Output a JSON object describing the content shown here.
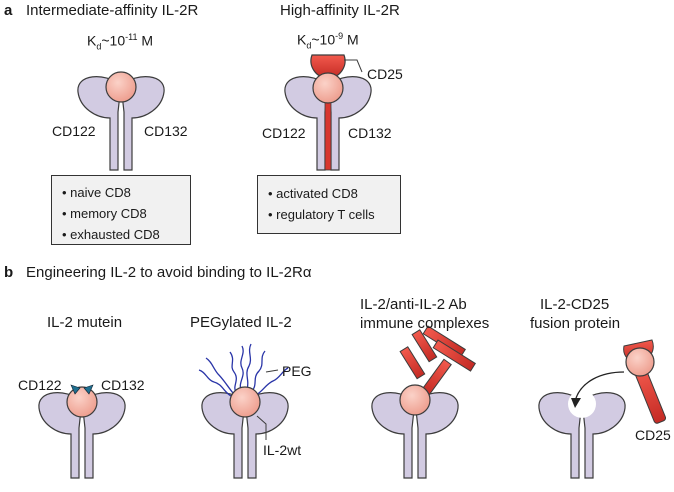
{
  "panel_a": {
    "label": "a",
    "left": {
      "title": "Intermediate-affinity IL-2R",
      "kd_prefix": "K",
      "kd_sub": "d",
      "kd_mid": "~10",
      "kd_exp": "-11",
      "kd_unit": " M",
      "left_chain": "CD122",
      "right_chain": "CD132",
      "cells": [
        "• naive CD8",
        "• memory CD8",
        "• exhausted CD8"
      ]
    },
    "right": {
      "title": "High-affinity IL-2R",
      "kd_prefix": "K",
      "kd_sub": "d",
      "kd_mid": "~10",
      "kd_exp": "-9",
      "kd_unit": " M",
      "cd25_label": "CD25",
      "left_chain": "CD122",
      "right_chain": "CD132",
      "cells": [
        "• activated CD8",
        "• regulatory T cells"
      ]
    }
  },
  "panel_b": {
    "label": "b",
    "title": "Engineering IL-2 to avoid binding to IL-2Rα",
    "items": [
      {
        "title_lines": [
          "IL-2 mutein"
        ],
        "left_chain": "CD122",
        "right_chain": "CD132"
      },
      {
        "title_lines": [
          "PEGylated IL-2"
        ],
        "peg_label": "PEG",
        "wt_label": "IL-2wt"
      },
      {
        "title_lines": [
          "IL-2/anti-IL-2 Ab",
          "immune complexes"
        ]
      },
      {
        "title_lines": [
          "IL-2-CD25",
          "fusion protein"
        ],
        "cd25_label": "CD25"
      }
    ]
  },
  "colors": {
    "receptor_fill": "#d2cbe2",
    "receptor_stroke": "#3c3c3c",
    "il2_fill": "#f4b3a6",
    "cd25_red": "#e0443c",
    "antibody_red": "#d6322b",
    "peg_blue": "#2a35a8",
    "mutation_teal": "#1f6f8f",
    "box_fill": "#f1f1f1"
  }
}
